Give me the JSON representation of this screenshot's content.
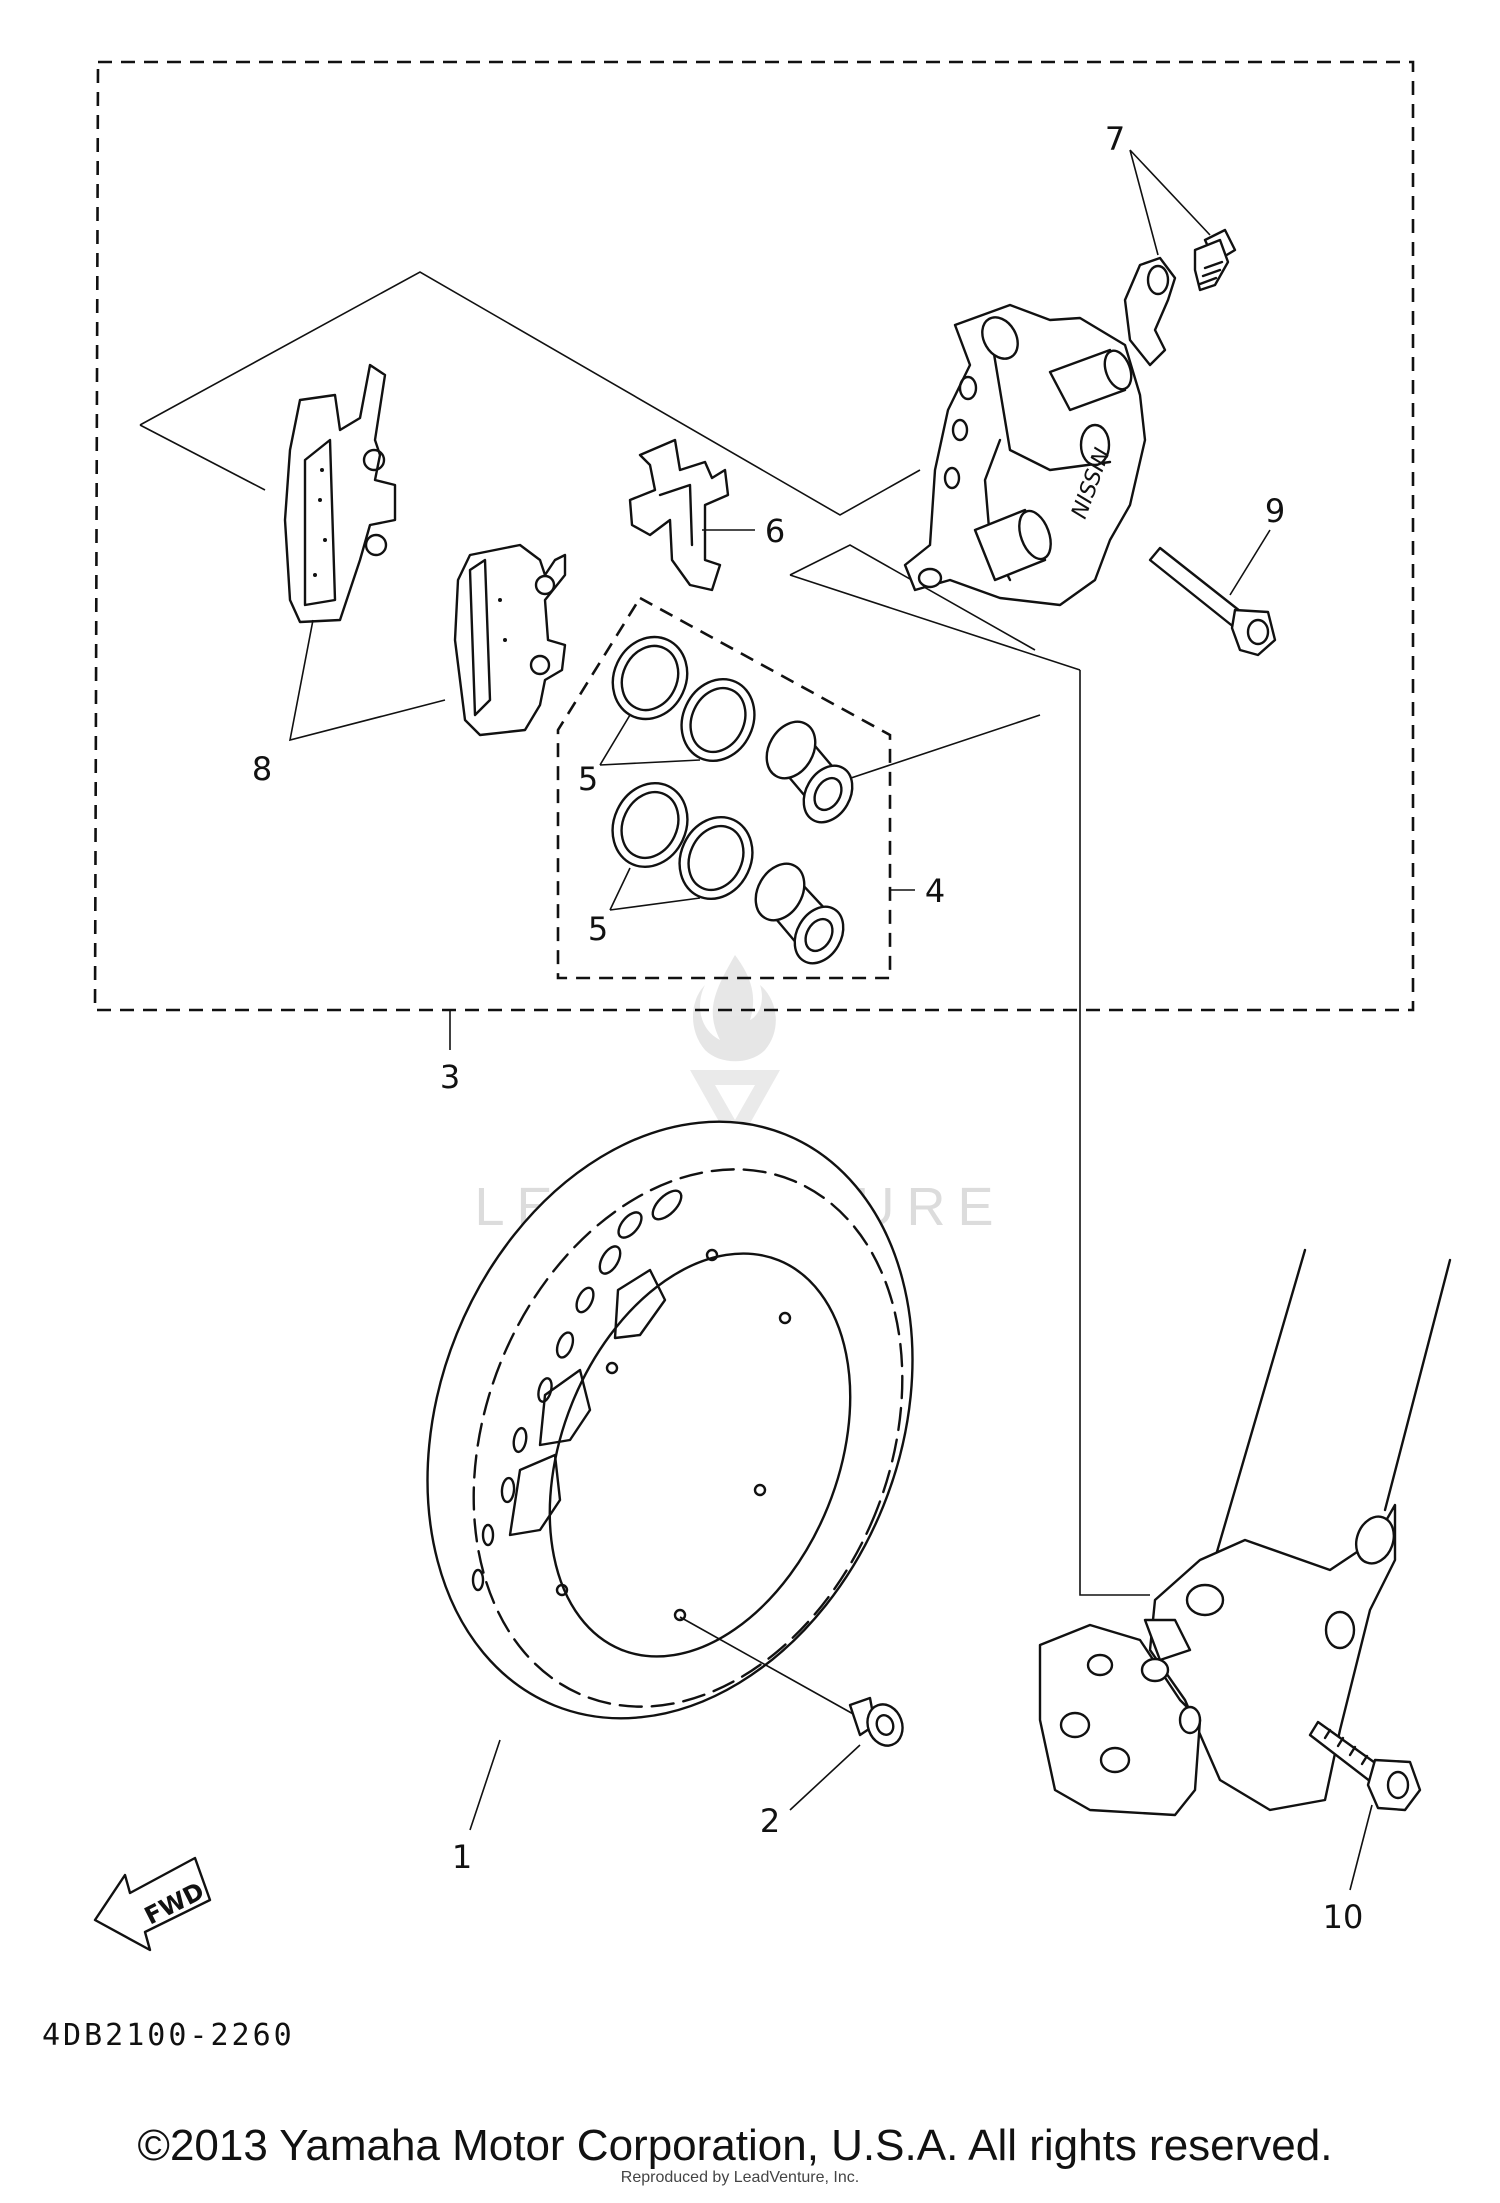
{
  "diagram": {
    "callouts": {
      "c1": "1",
      "c2": "2",
      "c3": "3",
      "c4": "4",
      "c5a": "5",
      "c5b": "5",
      "c6": "6",
      "c7": "7",
      "c8": "8",
      "c9": "9",
      "c10": "10"
    },
    "direction_label": "FWD",
    "diagram_code": "4DB2100-2260",
    "caliper_brand": "NISSIN"
  },
  "watermark": {
    "text": "LEADVENTURE"
  },
  "footer": {
    "copyright": "©2013 Yamaha Motor Corporation, U.S.A. All rights reserved.",
    "reproduced": "Reproduced by LeadVenture, Inc."
  }
}
